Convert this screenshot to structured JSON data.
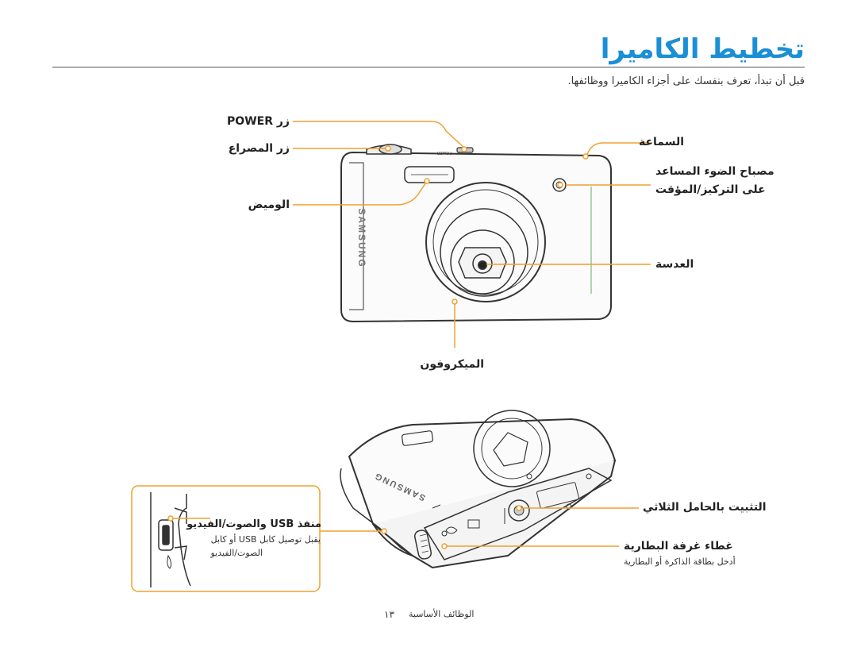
{
  "page": {
    "title": "تخطيط الكاميرا",
    "intro": "قبل أن تبدأ، تعرف بنفسك على أجزاء الكاميرا ووظائفها."
  },
  "front_labels": {
    "power_button": "زر POWER",
    "shutter_button": "زر المصراع",
    "flash": "الوميض",
    "speaker": "السماعة",
    "af_lamp_line1": "مصباح الضوء المساعد",
    "af_lamp_line2": "على التركيز/المؤقت",
    "lens": "العدسة",
    "microphone": "الميكروفون"
  },
  "bottom_labels": {
    "usb_port": "منفذ USB والصوت/الفيديو",
    "usb_port_desc_line1": "يقبل توصيل كابل USB أو كابل",
    "usb_port_desc_line2": "الصوت/الفيديو",
    "tripod_mount": "التثبيت بالحامل الثلاثي",
    "battery_cover": "غطاء غرفة البطارية",
    "battery_cover_desc": "أدخل بطاقة الذاكرة أو البطارية"
  },
  "camera_branding": {
    "brand": "SAMSUNG",
    "power_text": "POWER"
  },
  "footer": {
    "section": "الوظائف الأساسية",
    "page_number": "١٣"
  },
  "colors": {
    "accent": "#1a8fd6",
    "callout": "#f0a030",
    "camera_outline": "#333333"
  }
}
